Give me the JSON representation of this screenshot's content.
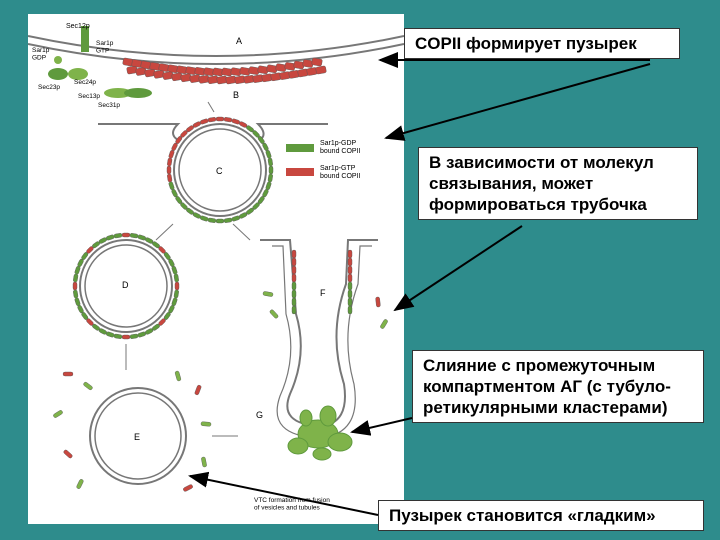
{
  "colors": {
    "background": "#2e8c8c",
    "copii_gtp": "#c8473f",
    "copii_gdp": "#5f9a3d",
    "vesicle_green": "#7fb34a",
    "membrane": "#777777"
  },
  "diagram": {
    "labels": {
      "sec12p": "Sec12p",
      "sar1p_gdp": "Sar1p\nGDP",
      "sar1p_gtp": "Sar1p\nGTP",
      "sec23p": "Sec23p",
      "sec24p": "Sec24p",
      "sec13p": "Sec13p",
      "sec31p": "Sec31p",
      "stage_a": "A",
      "stage_b": "B",
      "stage_c": "C",
      "stage_d": "D",
      "stage_e": "E",
      "stage_f": "F",
      "stage_g": "G"
    },
    "legend": {
      "gdp": "Sar1p-GDP\nbound COPII",
      "gtp": "Sar1p-GTP\nbound COPII"
    },
    "caption": "VTC formation from fusion\nof vesicles and tubules"
  },
  "callouts": {
    "c1": "COPII формирует пузырек",
    "c2": "В зависимости от молекул связывания, может формироваться трубочка",
    "c3": "Слияние с промежуточным компартментом АГ (с тубуло-ретикулярными кластерами)",
    "c4": "Пузырек становится «гладким»"
  }
}
